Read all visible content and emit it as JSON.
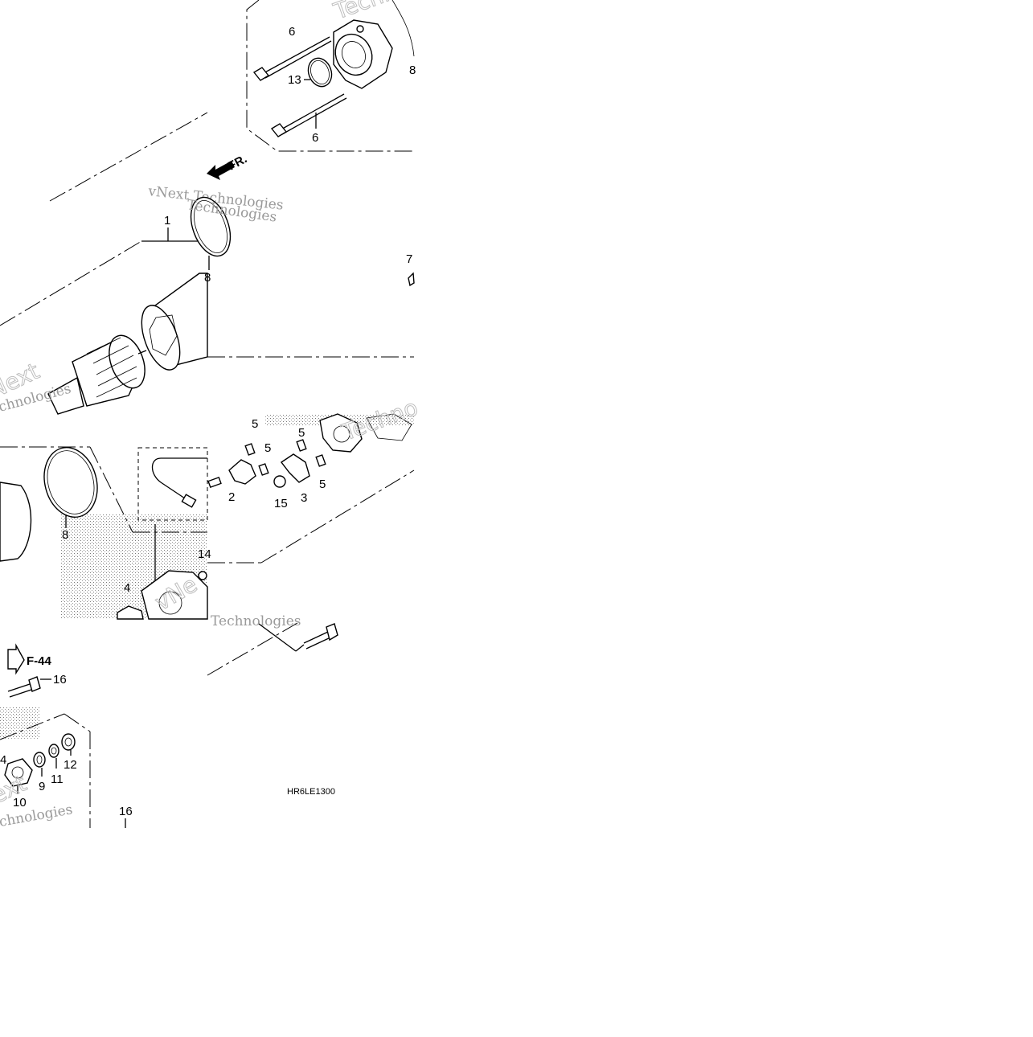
{
  "diagram": {
    "code": "HR6LE1300",
    "front_marker": "FR.",
    "reference": "F-44",
    "watermarks": [
      "vNext Technologies",
      "Technologies",
      "vNext",
      "Technologies",
      "Technologies",
      "Technologies"
    ],
    "callouts": {
      "c6a": "6",
      "c13": "13",
      "c6b": "6",
      "c8a": "8",
      "c1": "1",
      "c8b": "8",
      "c7": "7",
      "c5a": "5",
      "c5b": "5",
      "c5c": "5",
      "c5d": "5",
      "c2": "2",
      "c15": "15",
      "c3": "3",
      "c8c": "8",
      "c14a": "14",
      "c4": "4",
      "c16a": "16",
      "c14b": "4",
      "c9": "9",
      "c11": "11",
      "c12": "12",
      "c10": "10",
      "c16b": "16"
    }
  }
}
